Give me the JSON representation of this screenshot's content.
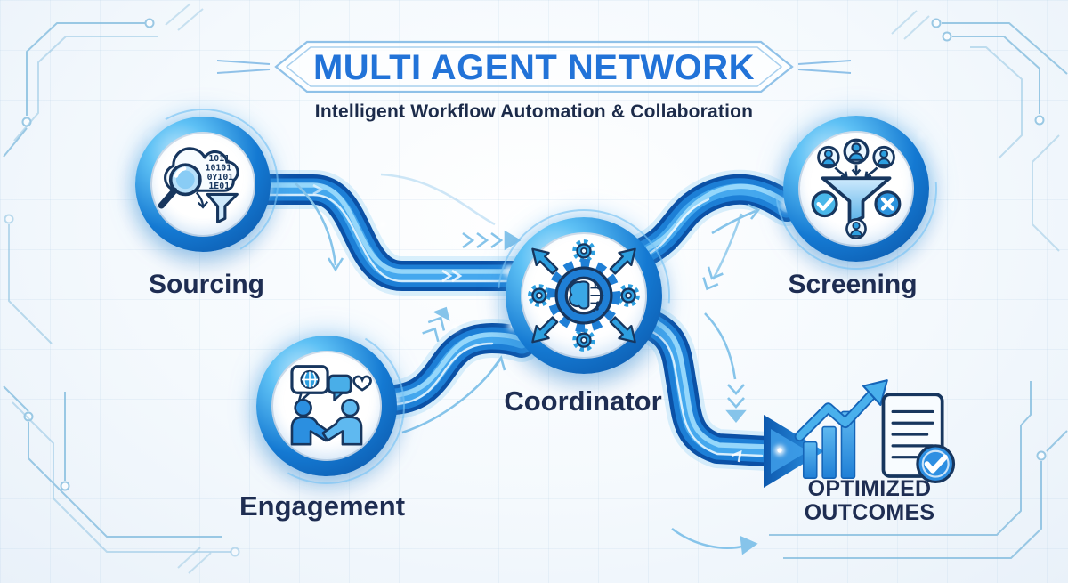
{
  "title": {
    "text": "MULTI AGENT NETWORK",
    "subtitle": "Intelligent Workflow Automation & Collaboration"
  },
  "nodes": {
    "sourcing": {
      "label": "Sourcing",
      "icon": "cloud-data-search-funnel-icon",
      "binary_lines": [
        "1011",
        "10101",
        "0Y101",
        "1E01"
      ]
    },
    "screening": {
      "label": "Screening",
      "icon": "candidate-filter-funnel-icon"
    },
    "coordinator": {
      "label": "Coordinator",
      "icon": "ai-gear-brain-hub-icon"
    },
    "engagement": {
      "label": "Engagement",
      "icon": "handshake-communication-icon"
    },
    "outcomes": {
      "label_lines": [
        "OPTIMIZED",
        "OUTCOMES"
      ],
      "icon": "growth-chart-report-check-icon"
    }
  },
  "connections": [
    {
      "from": "Sourcing",
      "to": "Coordinator"
    },
    {
      "from": "Coordinator",
      "to": "Screening"
    },
    {
      "from": "Engagement",
      "to": "Coordinator"
    },
    {
      "from": "Coordinator",
      "to": "Optimized Outcomes"
    }
  ],
  "colors": {
    "title_blue": "#2273d8",
    "label_navy": "#1e2d52",
    "pipe_dark": "#0b51a6",
    "pipe_mid": "#1d7fd6",
    "pipe_highlight": "#8fd4fb",
    "ring_dark": "#0a4fa0",
    "ring_light": "#5ec1f5",
    "circuit_trace": "#7db9dc",
    "background": "#f3f8fc"
  }
}
